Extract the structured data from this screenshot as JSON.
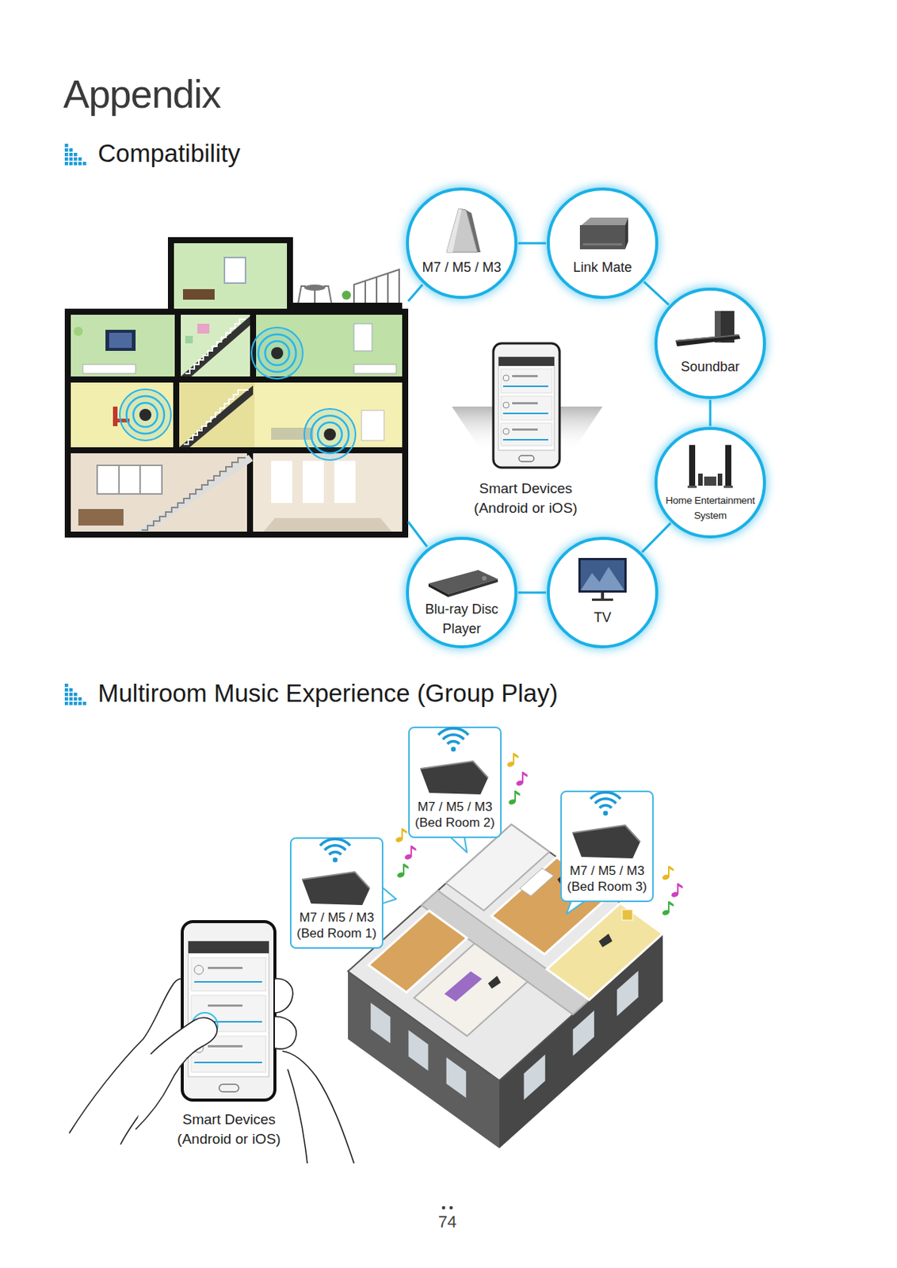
{
  "diagram": {
    "title": "Appendix",
    "nodes": [
      {
        "text": [
          "M7 / M5 / M3"
        ]
      },
      {
        "text": [
          "Link Mate"
        ]
      },
      {
        "text": [
          "Soundbar"
        ]
      },
      {
        "text": [
          "Home Entertainment System"
        ]
      },
      {
        "text": [
          "TV"
        ]
      },
      {
        "text": [
          "Blu-ray Disc Player"
        ]
      },
      {
        "text": [
          "M7 / M5 / M3 (Bed Room 2)"
        ]
      },
      {
        "text": [
          "M7 / M5 / M3 (Bed Room 1)"
        ]
      },
      {
        "text": [
          "M7 / M5 / M3 (Bed Room 3)"
        ]
      }
    ],
    "edges": [
      {
        "from": 0,
        "to": 1,
        "arrow": "none"
      },
      {
        "from": 1,
        "to": 2,
        "arrow": "none"
      },
      {
        "from": 2,
        "to": 3,
        "arrow": "none"
      },
      {
        "from": 3,
        "to": 4,
        "arrow": "none"
      },
      {
        "from": 4,
        "to": 5,
        "arrow": "none"
      }
    ],
    "labels": [
      "Compatibility",
      "Smart Devices (Android or iOS)",
      "Multiroom Music Experience (Group Play)",
      "Smart Devices (Android or iOS)",
      "74"
    ]
  }
}
